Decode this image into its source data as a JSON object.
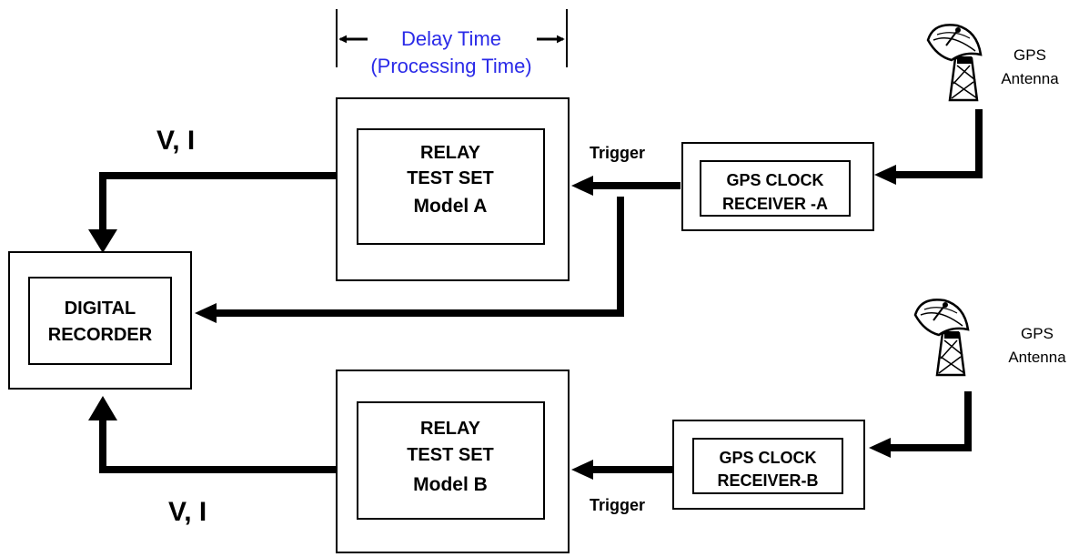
{
  "delay": {
    "line1": "Delay Time",
    "line2": "(Processing Time)"
  },
  "digital_recorder": {
    "line1": "DIGITAL",
    "line2": "RECORDER"
  },
  "relay_a": {
    "line1": "RELAY",
    "line2": "TEST SET",
    "model": "Model A"
  },
  "relay_b": {
    "line1": "RELAY",
    "line2": "TEST SET",
    "model": "Model B"
  },
  "gps_clock_a": {
    "line1": "GPS CLOCK",
    "line2": "RECEIVER -A"
  },
  "gps_clock_b": {
    "line1": "GPS CLOCK",
    "line2": "RECEIVER-B"
  },
  "antenna_a": {
    "line1": "GPS",
    "line2": "Antenna",
    "icon": "satellite-dish-icon"
  },
  "antenna_b": {
    "line1": "GPS",
    "line2": "Antenna",
    "icon": "satellite-dish-icon"
  },
  "signals": {
    "vi_top": "V, I",
    "vi_bottom": "V, I",
    "trigger_top": "Trigger",
    "trigger_bottom": "Trigger"
  },
  "colors": {
    "accent_text": "#2a2ae8",
    "lines": "#000000"
  }
}
